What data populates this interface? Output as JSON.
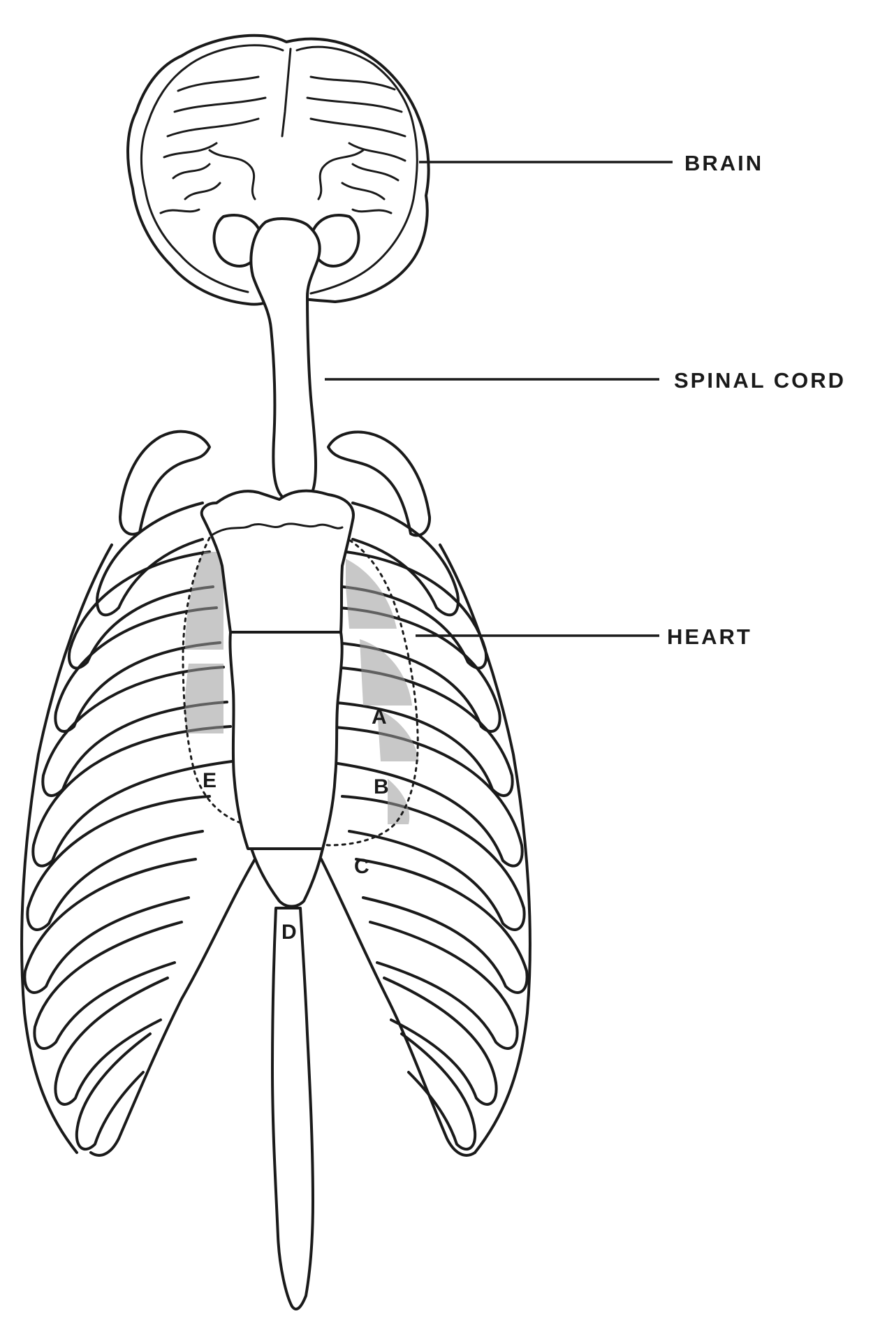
{
  "labels": {
    "brain": "BRAIN",
    "spinal_cord": "SPINAL CORD",
    "heart": "HEART"
  },
  "points": {
    "a": "A",
    "b": "B",
    "c": "C",
    "d": "D",
    "e": "E"
  },
  "colors": {
    "line": "#1a1a1a",
    "background": "#ffffff"
  }
}
